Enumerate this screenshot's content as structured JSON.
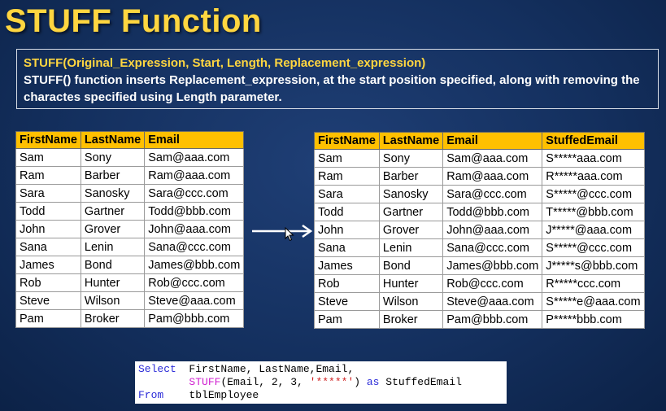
{
  "slide": {
    "title": "STUFF Function",
    "signature": "STUFF(Original_Expression, Start, Length, Replacement_expression)",
    "description": "STUFF() function inserts Replacement_expression, at the start position specified, along with removing the charactes specified using Length parameter."
  },
  "left_table": {
    "headers": [
      "FirstName",
      "LastName",
      "Email"
    ],
    "rows": [
      [
        "Sam",
        "Sony",
        "Sam@aaa.com"
      ],
      [
        "Ram",
        "Barber",
        "Ram@aaa.com"
      ],
      [
        "Sara",
        "Sanosky",
        "Sara@ccc.com"
      ],
      [
        "Todd",
        "Gartner",
        "Todd@bbb.com"
      ],
      [
        "John",
        "Grover",
        "John@aaa.com"
      ],
      [
        "Sana",
        "Lenin",
        "Sana@ccc.com"
      ],
      [
        "James",
        "Bond",
        "James@bbb.com"
      ],
      [
        "Rob",
        "Hunter",
        "Rob@ccc.com"
      ],
      [
        "Steve",
        "Wilson",
        "Steve@aaa.com"
      ],
      [
        "Pam",
        "Broker",
        "Pam@bbb.com"
      ]
    ]
  },
  "right_table": {
    "headers": [
      "FirstName",
      "LastName",
      "Email",
      "StuffedEmail"
    ],
    "rows": [
      [
        "Sam",
        "Sony",
        "Sam@aaa.com",
        "S*****aaa.com"
      ],
      [
        "Ram",
        "Barber",
        "Ram@aaa.com",
        "R*****aaa.com"
      ],
      [
        "Sara",
        "Sanosky",
        "Sara@ccc.com",
        "S*****@ccc.com"
      ],
      [
        "Todd",
        "Gartner",
        "Todd@bbb.com",
        "T*****@bbb.com"
      ],
      [
        "John",
        "Grover",
        "John@aaa.com",
        "J*****@aaa.com"
      ],
      [
        "Sana",
        "Lenin",
        "Sana@ccc.com",
        "S*****@ccc.com"
      ],
      [
        "James",
        "Bond",
        "James@bbb.com",
        "J*****s@bbb.com"
      ],
      [
        "Rob",
        "Hunter",
        "Rob@ccc.com",
        "R*****ccc.com"
      ],
      [
        "Steve",
        "Wilson",
        "Steve@aaa.com",
        "S*****e@aaa.com"
      ],
      [
        "Pam",
        "Broker",
        "Pam@bbb.com",
        "P*****bbb.com"
      ]
    ]
  },
  "code": {
    "line1_kw": "Select",
    "line1_rest": "  FirstName, LastName,Email,",
    "line2_indent": "        ",
    "line2_fn": "STUFF",
    "line2_args": "(Email, 2, 3, ",
    "line2_str": "'*****'",
    "line2_close": ") ",
    "line2_as": "as",
    "line2_alias": " StuffedEmail",
    "line3_kw": "From",
    "line3_rest": "    tblEmployee"
  },
  "icons": {
    "arrow": "right-arrow-icon",
    "cursor": "mouse-pointer-icon"
  },
  "colors": {
    "title": "#ffd640",
    "header_fill": "#ffc000",
    "background": "#14305f",
    "sql_keyword": "#2b2bd8",
    "sql_function": "#d020d0",
    "sql_string": "#d02020"
  }
}
